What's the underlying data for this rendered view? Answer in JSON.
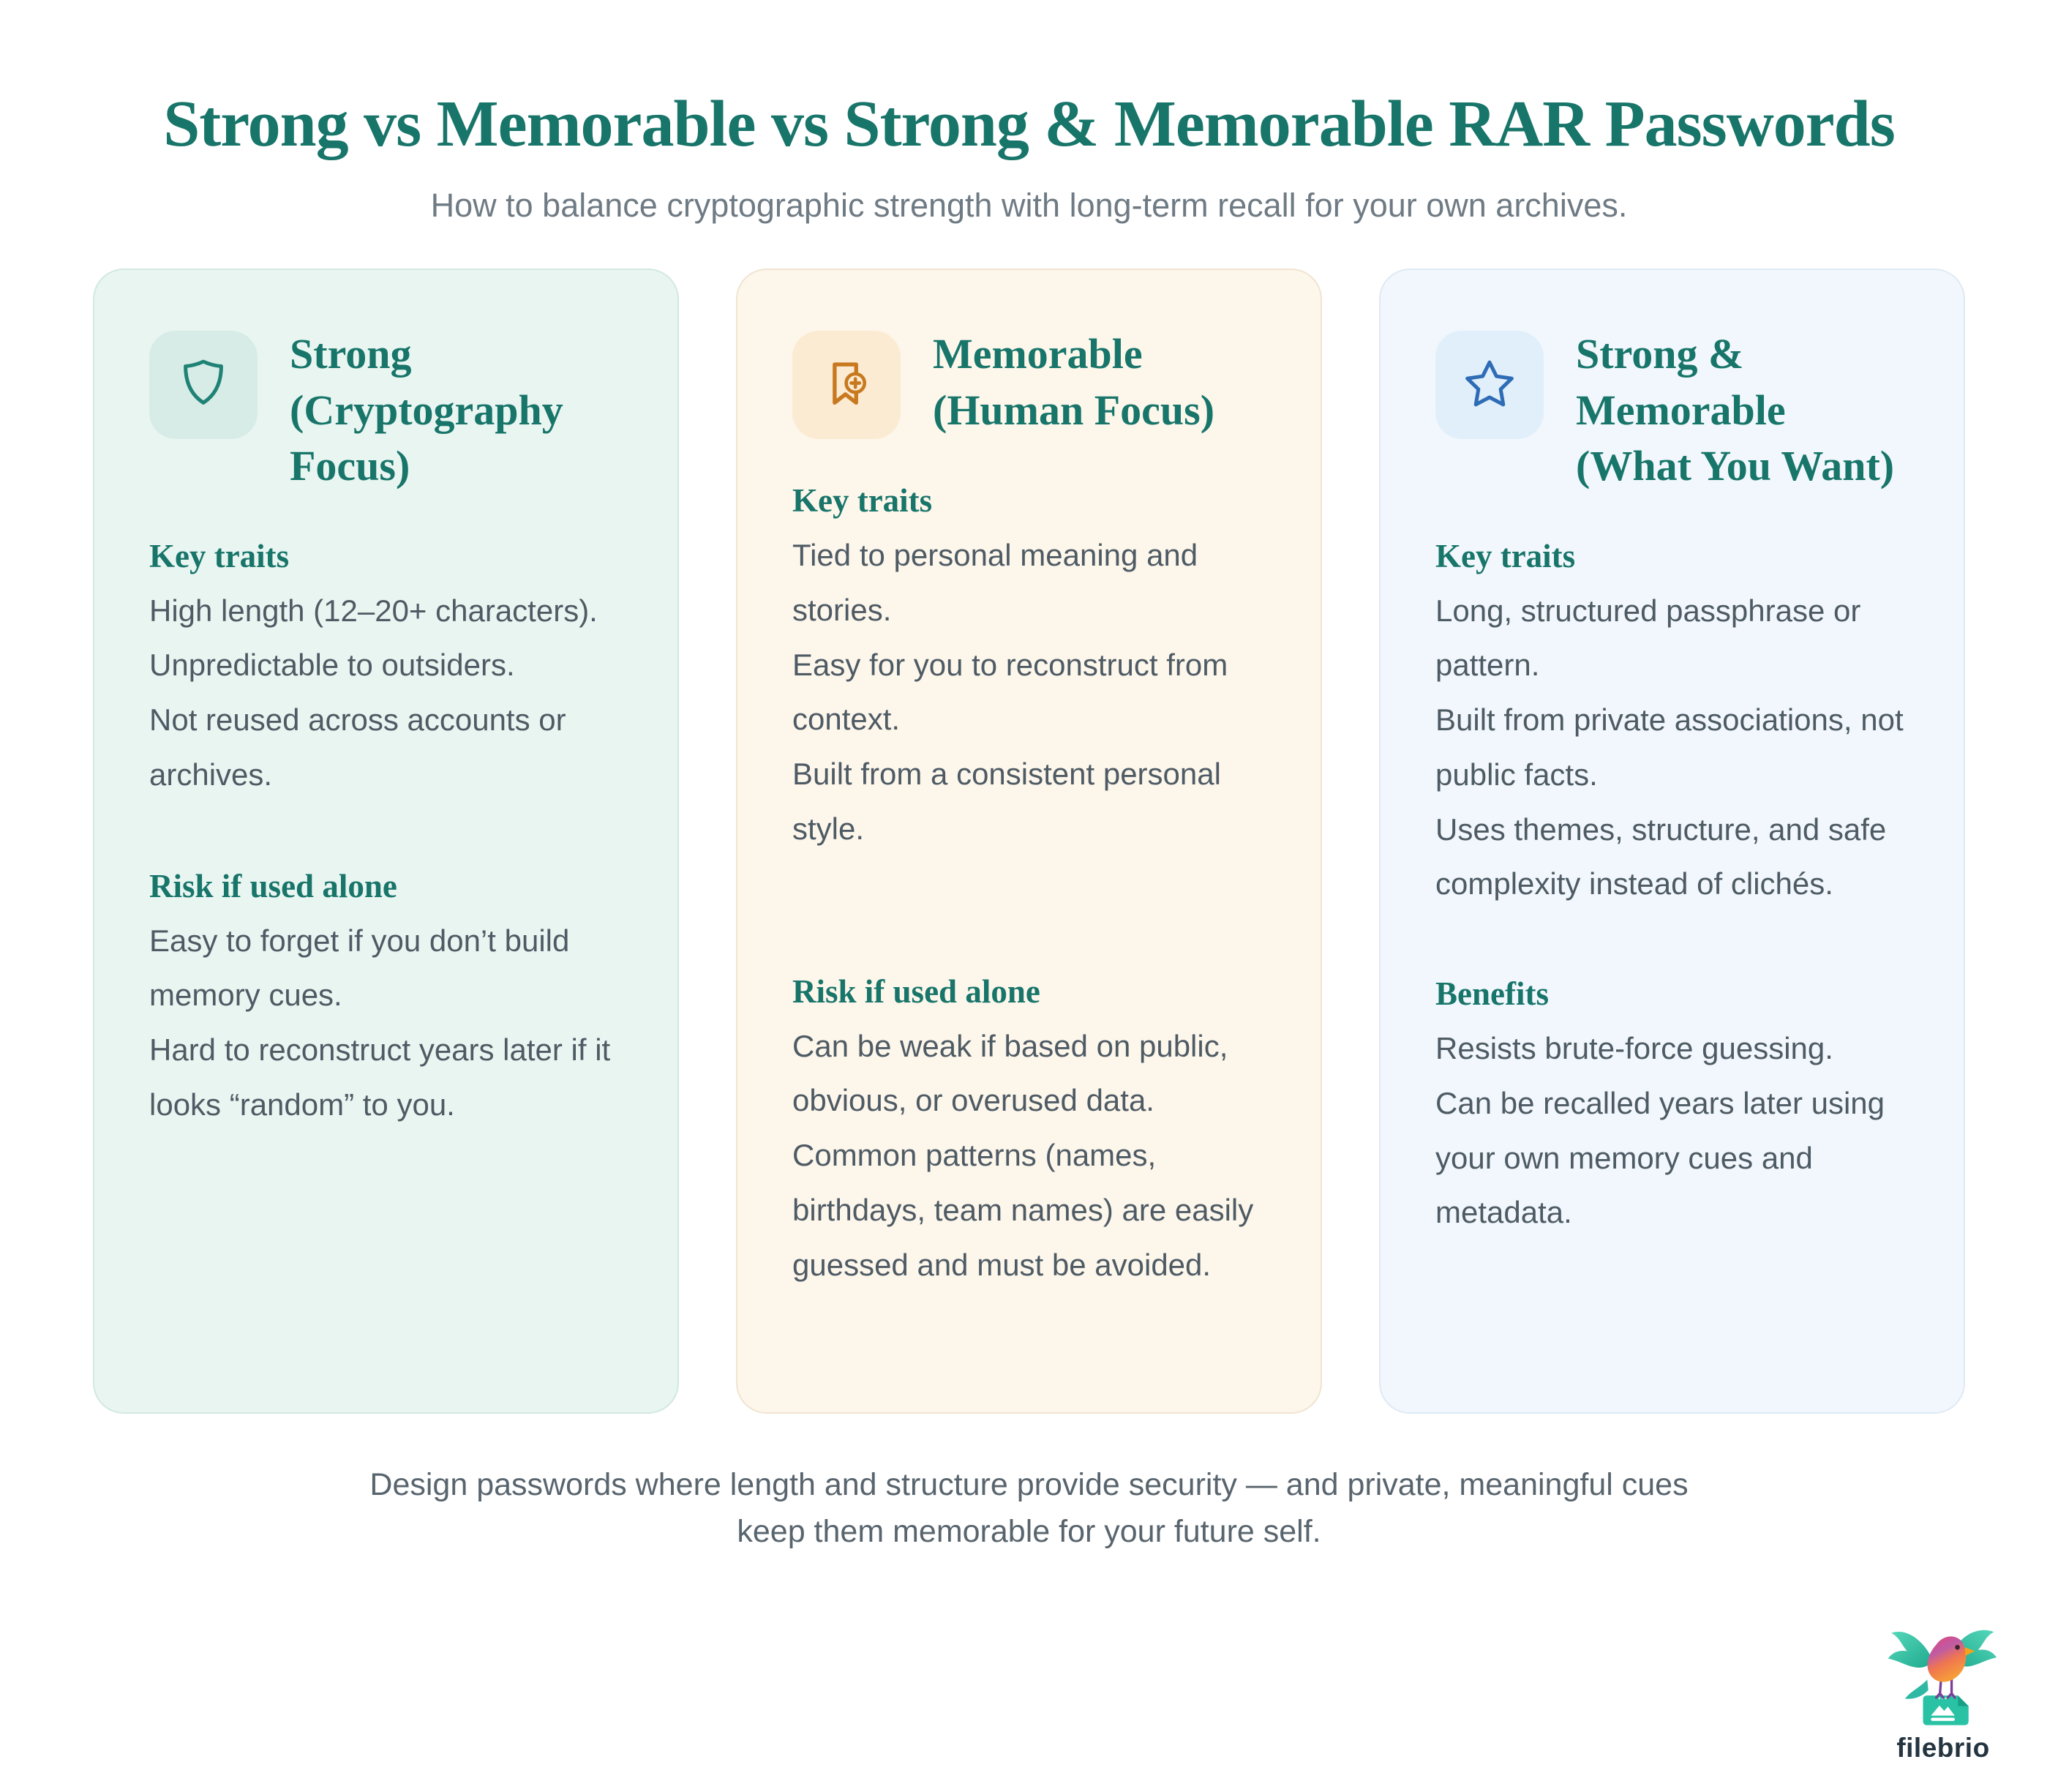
{
  "page": {
    "title": "Strong vs Memorable vs Strong & Memorable RAR Passwords",
    "subtitle": "How to balance cryptographic strength with long-term recall for your own archives."
  },
  "footer": {
    "lines": [
      "Design passwords where length and structure provide security — and private, meaningful cues",
      "keep them memorable for your future self."
    ]
  },
  "brand": {
    "name": "filebrio"
  },
  "colors": {
    "title_teal": "#18756A",
    "body_text": "#4E5B64",
    "subtitle_text": "#6F7B84",
    "footer_text": "#59656E",
    "page_bg": "#FFFFFF",
    "brand_text": "#243540",
    "card_strong": {
      "bg": "#E9F5F1",
      "border": "#D2E8E1",
      "icon_bg": "#D8ECE7",
      "icon": "#1E8275"
    },
    "card_memorable": {
      "bg": "#FDF6EB",
      "border": "#F1E4D1",
      "icon_bg": "#FBEBD2",
      "icon": "#C8791F"
    },
    "card_strong_memorable": {
      "bg": "#F1F7FC",
      "border": "#DEEAF5",
      "icon_bg": "#E0EFFA",
      "icon": "#2E6CB5"
    }
  },
  "cards": [
    {
      "icon": "shield-icon",
      "title_lines": [
        "Strong",
        "(Cryptography",
        "Focus)"
      ],
      "sections": [
        {
          "heading": "Key traits",
          "items": [
            "High length (12–20+ characters).",
            "Unpredictable to outsiders.",
            "Not reused across accounts or archives."
          ]
        },
        {
          "heading": "Risk if used alone",
          "items": [
            "Easy to forget if you don’t build memory cues.",
            "Hard to reconstruct years later if it looks “random” to you."
          ]
        }
      ]
    },
    {
      "icon": "bookmark-plus-icon",
      "title_lines": [
        "Memorable",
        "(Human Focus)"
      ],
      "sections": [
        {
          "heading": "Key traits",
          "items": [
            "Tied to personal meaning and stories.",
            "Easy for you to reconstruct from context.",
            "Built from a consistent personal style."
          ]
        },
        {
          "heading": "Risk if used alone",
          "items": [
            "Can be weak if based on public, obvious, or overused data.",
            "Common patterns (names, birthdays, team names) are easily guessed and must be avoided."
          ]
        }
      ]
    },
    {
      "icon": "star-icon",
      "title_lines": [
        "Strong &",
        "Memorable",
        "(What You Want)"
      ],
      "sections": [
        {
          "heading": "Key traits",
          "items": [
            "Long, structured passphrase or pattern.",
            "Built from private associations, not public facts.",
            "Uses themes, structure, and safe complexity instead of clichés."
          ]
        },
        {
          "heading": "Benefits",
          "items": [
            "Resists brute-force guessing.",
            "Can be recalled years later using your own memory cues and metadata."
          ]
        }
      ]
    }
  ]
}
